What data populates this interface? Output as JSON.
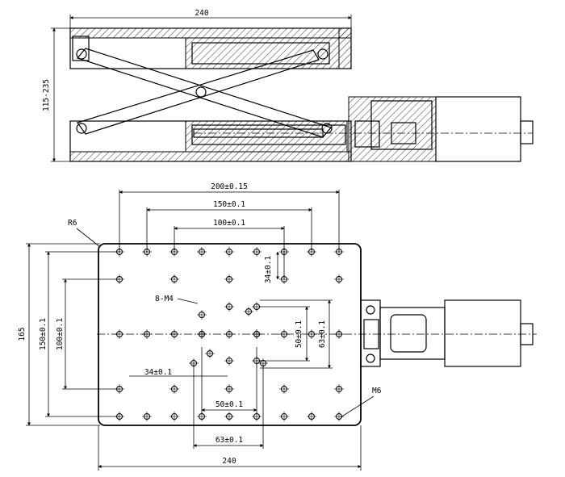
{
  "top_view": {
    "width_label": "240",
    "height_label": "115-235"
  },
  "plan_view": {
    "dim_200": "200±0.15",
    "dim_150": "150±0.1",
    "dim_100": "100±0.1",
    "dim_34v": "34±0.1",
    "dim_8m4": "8-M4",
    "dim_50v": "50±0.1",
    "dim_63v": "63±0.1",
    "dim_165": "165",
    "dim_150v": "150±0.1",
    "dim_100v": "100±0.1",
    "dim_34h": "34±0.1",
    "dim_50h": "50±0.1",
    "dim_63h": "63±0.1",
    "dim_240": "240",
    "r6": "R6",
    "m6": "M6"
  }
}
